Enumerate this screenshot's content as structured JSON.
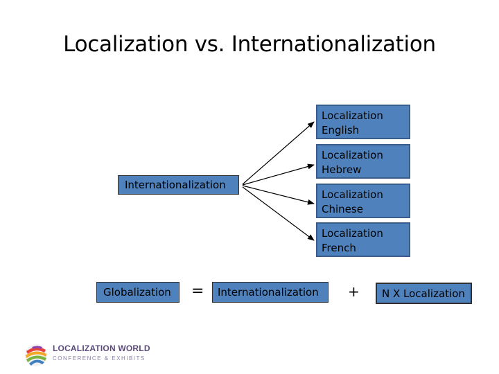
{
  "title": "Localization vs. Internationalization",
  "diagram": {
    "source": "Internationalization",
    "targets": [
      {
        "line1": "Localization",
        "line2": "English"
      },
      {
        "line1": "Localization",
        "line2": "Hebrew"
      },
      {
        "line1": "Localization",
        "line2": "Chinese"
      },
      {
        "line1": "Localization",
        "line2": "French"
      }
    ]
  },
  "equation": {
    "left": "Globalization",
    "equals": "=",
    "middle": "Internationalization",
    "plus": "+",
    "right": "N X Localization"
  },
  "logo": {
    "name": "LOCALIZATION WORLD",
    "tagline": "CONFERENCE & EXHIBITS"
  }
}
